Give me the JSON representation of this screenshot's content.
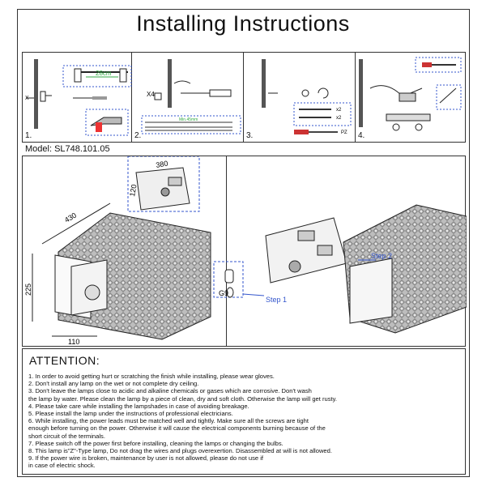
{
  "title": "Installing Instructions",
  "steps": [
    {
      "num": "1.",
      "dimension": "28cm"
    },
    {
      "num": "2.",
      "dimension": "Min.45mm"
    },
    {
      "num": "3.",
      "screw_labels": [
        "x2",
        "x2",
        "PZ"
      ]
    },
    {
      "num": "4."
    }
  ],
  "model": "Model: SL748.101.05",
  "diagram": {
    "dims": {
      "plate_w": "380",
      "plate_h": "120",
      "length": "430",
      "height": "225",
      "depth": "110"
    },
    "callouts": {
      "step1": "Step 1",
      "step2": "Step 2",
      "bulb": "G9"
    }
  },
  "attention": {
    "title": "ATTENTION:",
    "items": [
      "1. In order to avoid getting hurt or scratching the finish while installing, please wear gloves.",
      "2. Don't install any lamp on the wet or not complete dry ceiling.",
      "3. Don't leave the lamps close to acidic and alkaline chemicals or gases which are corrosive. Don't wash",
      "the lamp by water. Please clean the lamp by a piece of clean, dry and soft cloth. Otherwise the lamp will get rusty.",
      "4. Please take care while installing the lampshades in case of avoiding breakage.",
      "5. Please install the lamp under the instructions of professional electricians.",
      "6. While installing, the power leads must be matched well and tightly. Make sure all the screws are tight",
      "enough before turning on the power. Otherwise it will cause the electrical components burning because of the",
      "short circuit of the terminals.",
      "7. Please switch off the power first before installing, cleaning the lamps or changing the bulbs.",
      "8. This lamp is\"Z\"-Type lamp, Do not drag the wires and plugs overexertion. Disassembled at will is not allowed.",
      "9. If the power wire is broken, maintenance by user is not allowed, please do not use if",
      "in case of electric shock."
    ]
  },
  "colors": {
    "accent_blue": "#3355cc",
    "callout_green": "#22aa44",
    "line": "#222222"
  }
}
